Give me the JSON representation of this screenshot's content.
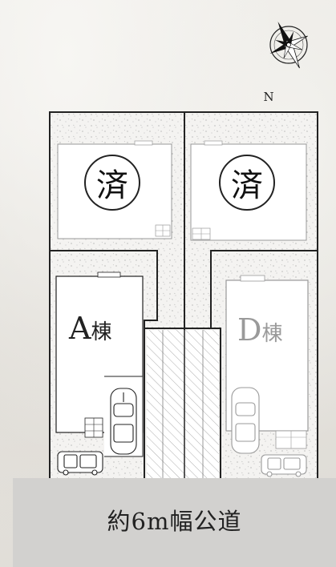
{
  "compass": {
    "north_label": "N"
  },
  "lots": [
    {
      "id": "sold-left",
      "stamp": "済"
    },
    {
      "id": "sold-right",
      "stamp": "済"
    },
    {
      "id": "A",
      "letter": "A",
      "suffix": "棟",
      "status": "available"
    },
    {
      "id": "D",
      "letter": "D",
      "suffix": "棟",
      "status": "muted"
    }
  ],
  "road": {
    "label": "約6m幅公道"
  },
  "colors": {
    "boundary": "#222222",
    "building_outline": "#333333",
    "muted_text": "#9a9a9a",
    "road": "#d2d1cf"
  }
}
